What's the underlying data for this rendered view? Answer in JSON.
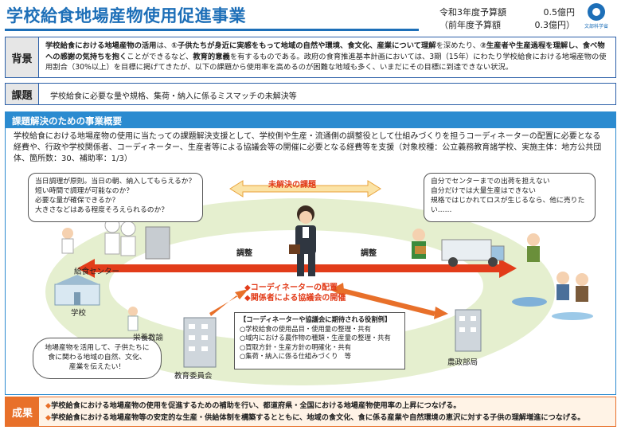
{
  "header": {
    "title": "学校給食地場産物使用促進事業",
    "budget": [
      {
        "label": "令和3年度予算額",
        "value": "0.5億円"
      },
      {
        "label": "（前年度予算額",
        "value": "0.3億円）"
      }
    ],
    "logo_text": "文部科学省"
  },
  "background": {
    "label": "背景",
    "bold_lead": "学校給食における地場産物の活用",
    "text_1": "は、",
    "bold_1": "①子供たちが身近に実感をもって地域の自然や環境、食文化、産業について理解",
    "text_2": "を深めたり、",
    "bold_2": "②生産者や生産過程を理解し、食べ物への感謝の気持ちを抱く",
    "text_3": "ことができるなど、",
    "bold_3": "教育的意義",
    "text_4": "を有するものである。政府の食育推進基本計画においては、3期（15年）にわたり学校給食における地場産物の使用割合（30%以上）を目標に掲げてきたが、以下の課題から使用率を高めるのが困難な地域も多く、いまだにその目標に到達できない状況。"
  },
  "issue": {
    "label": "課題",
    "text": "学校給食に必要な量や規格、集荷・納入に係るミスマッチの未解決等"
  },
  "overview": {
    "header": "課題解決のための事業概要",
    "description": "学校給食における地場産物の使用に当たっての課題解決支援として、学校側や生産・流通側の調整役として仕組みづくりを担うコーディネーターの配置に必要となる経費や、行政や学校関係者、コーディネーター、生産者等による協議会等の開催に必要となる経費等を支援（対象校種：公立義務教育諸学校、実施主体：地方公共団体、箇所数：30、補助率：1/3）",
    "bubble_left": [
      "当日調理が原則。当日の朝、納入してもらえるか？",
      "短い時間で調理が可能なのか？",
      "必要な量が確保できるか？",
      "大きさなどはある程度そろえられるのか？"
    ],
    "bubble_right": [
      "自分でセンターまでの出荷を担えない",
      "自分だけでは大量生産はできない",
      "規格ではじかれてロスが生じるなら、他に売りたい……"
    ],
    "bubble_bottom": [
      "地場産物を活用して、子供たちに",
      "食に関わる地域の自然、文化、",
      "産業を伝えたい！"
    ],
    "unresolved": "未解決の課題",
    "adjust_left": "調整",
    "adjust_right": "調整",
    "coordinator_1": "◆コーディネーターの配置",
    "coordinator_2": "◆関係者による協議会の開催",
    "roles_title": "【コーディネーターや協議会に期待される役割例】",
    "roles": [
      "○学校給食の使用品目・使用量の整理・共有",
      "○域内における農作物の種類・生産量の整理・共有",
      "○買取方針・生産方針の明確化・共有",
      "○集荷・納入に係る仕組みづくり　等"
    ],
    "labels": {
      "center": "給食センター",
      "school": "学校",
      "teacher": "栄養教諭",
      "board": "教育委員会",
      "agri": "農政部局"
    }
  },
  "result": {
    "label": "成果",
    "items": [
      "学校給食における地場産物の使用を促進するための補助を行い、都道府県・全国における地場産物使用率の上昇につなげる。",
      "学校給食における地場産物等の安定的な生産・供給体制を構築するとともに、地域の食文化、食に係る産業や自然環境の恵沢に対する子供の理解増進につなげる。"
    ]
  },
  "colors": {
    "primary": "#1d6fb8",
    "section": "#2b8bd0",
    "accent": "#e23c1a",
    "result": "#e8702a",
    "oval": "#e5efcf"
  }
}
